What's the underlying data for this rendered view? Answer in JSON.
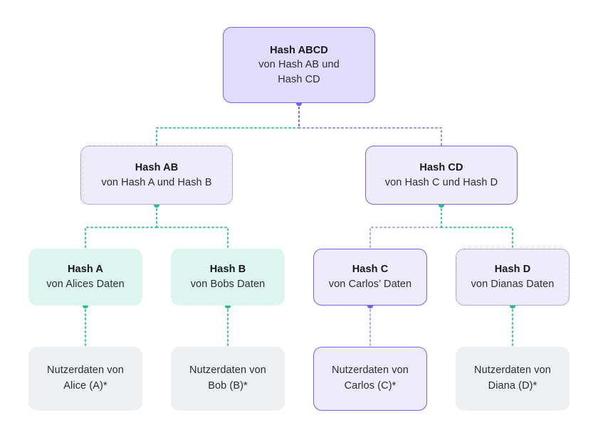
{
  "diagram": {
    "type": "merkle-tree",
    "language": "de",
    "colors": {
      "purple_accent": "#7b61e3",
      "purple_fill_root": "#e2dcfc",
      "purple_fill": "#eeebfa",
      "mint_fill": "#ddf6ef",
      "mint_accent": "#25c08b",
      "grey_fill": "#eeeff1",
      "text": "#17181c",
      "background": "#ffffff"
    },
    "levels": [
      {
        "name": "root",
        "nodes": [
          {
            "id": "hash-abcd",
            "title": "Hash ABCD",
            "sub_lines": [
              "von Hash AB und",
              "Hash CD"
            ],
            "style": "purple-solid-filled",
            "connector_dot": "purple"
          }
        ]
      },
      {
        "name": "level-2",
        "nodes": [
          {
            "id": "hash-ab",
            "title": "Hash AB",
            "sub_lines": [
              "von Hash A und Hash B"
            ],
            "style": "purple-dotted",
            "connector_dot": "green"
          },
          {
            "id": "hash-cd",
            "title": "Hash CD",
            "sub_lines": [
              "von Hash C und Hash D"
            ],
            "style": "purple-solid",
            "connector_dot": "green"
          }
        ]
      },
      {
        "name": "level-3",
        "nodes": [
          {
            "id": "hash-a",
            "title": "Hash A",
            "sub_lines": [
              "von Alices Daten"
            ],
            "style": "mint",
            "connector_dot": "green"
          },
          {
            "id": "hash-b",
            "title": "Hash B",
            "sub_lines": [
              "von Bobs Daten"
            ],
            "style": "mint",
            "connector_dot": "green"
          },
          {
            "id": "hash-c",
            "title": "Hash C",
            "sub_lines": [
              "von Carlos’ Daten"
            ],
            "style": "purple-solid",
            "connector_dot": "purple"
          },
          {
            "id": "hash-d",
            "title": "Hash D",
            "sub_lines": [
              "von Dianas Daten"
            ],
            "style": "purple-dotted",
            "connector_dot": "green"
          }
        ]
      },
      {
        "name": "leaf-data",
        "nodes": [
          {
            "id": "data-alice",
            "lines": [
              "Nutzerdaten von",
              "Alice (A)*"
            ],
            "style": "grey"
          },
          {
            "id": "data-bob",
            "lines": [
              "Nutzerdaten von",
              "Bob (B)*"
            ],
            "style": "grey"
          },
          {
            "id": "data-carlos",
            "lines": [
              "Nutzerdaten von",
              "Carlos (C)*"
            ],
            "style": "purple-solid"
          },
          {
            "id": "data-diana",
            "lines": [
              "Nutzerdaten von",
              "Diana (D)*"
            ],
            "style": "grey"
          }
        ]
      }
    ]
  }
}
